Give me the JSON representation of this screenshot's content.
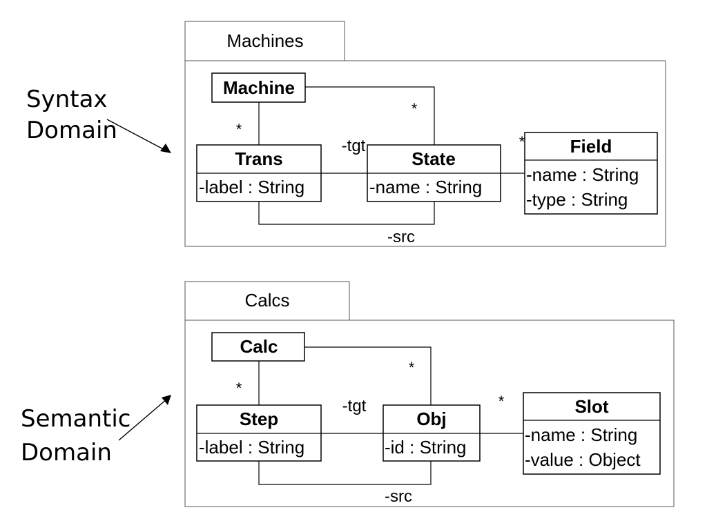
{
  "domains": {
    "syntax": [
      "Syntax",
      "Domain"
    ],
    "semantic": [
      "Semantic",
      "Domain"
    ]
  },
  "packages": [
    {
      "name": "Machines",
      "container": "Machine",
      "source": {
        "name": "Trans",
        "attrs": [
          "-label : String"
        ]
      },
      "target": {
        "name": "State",
        "attrs": [
          "-name : String"
        ]
      },
      "part": {
        "name": "Field",
        "attrs": [
          "-name : String",
          "-type : String"
        ]
      },
      "roles": {
        "tgt": "-tgt",
        "src": "-src"
      },
      "multiplicities": [
        "*",
        "*",
        "*"
      ]
    },
    {
      "name": "Calcs",
      "container": "Calc",
      "source": {
        "name": "Step",
        "attrs": [
          "-label : String"
        ]
      },
      "target": {
        "name": "Obj",
        "attrs": [
          "-id : String"
        ]
      },
      "part": {
        "name": "Slot",
        "attrs": [
          "-name : String",
          "-value : Object"
        ]
      },
      "roles": {
        "tgt": "-tgt",
        "src": "-src"
      },
      "multiplicities": [
        "*",
        "*",
        "*"
      ]
    }
  ]
}
